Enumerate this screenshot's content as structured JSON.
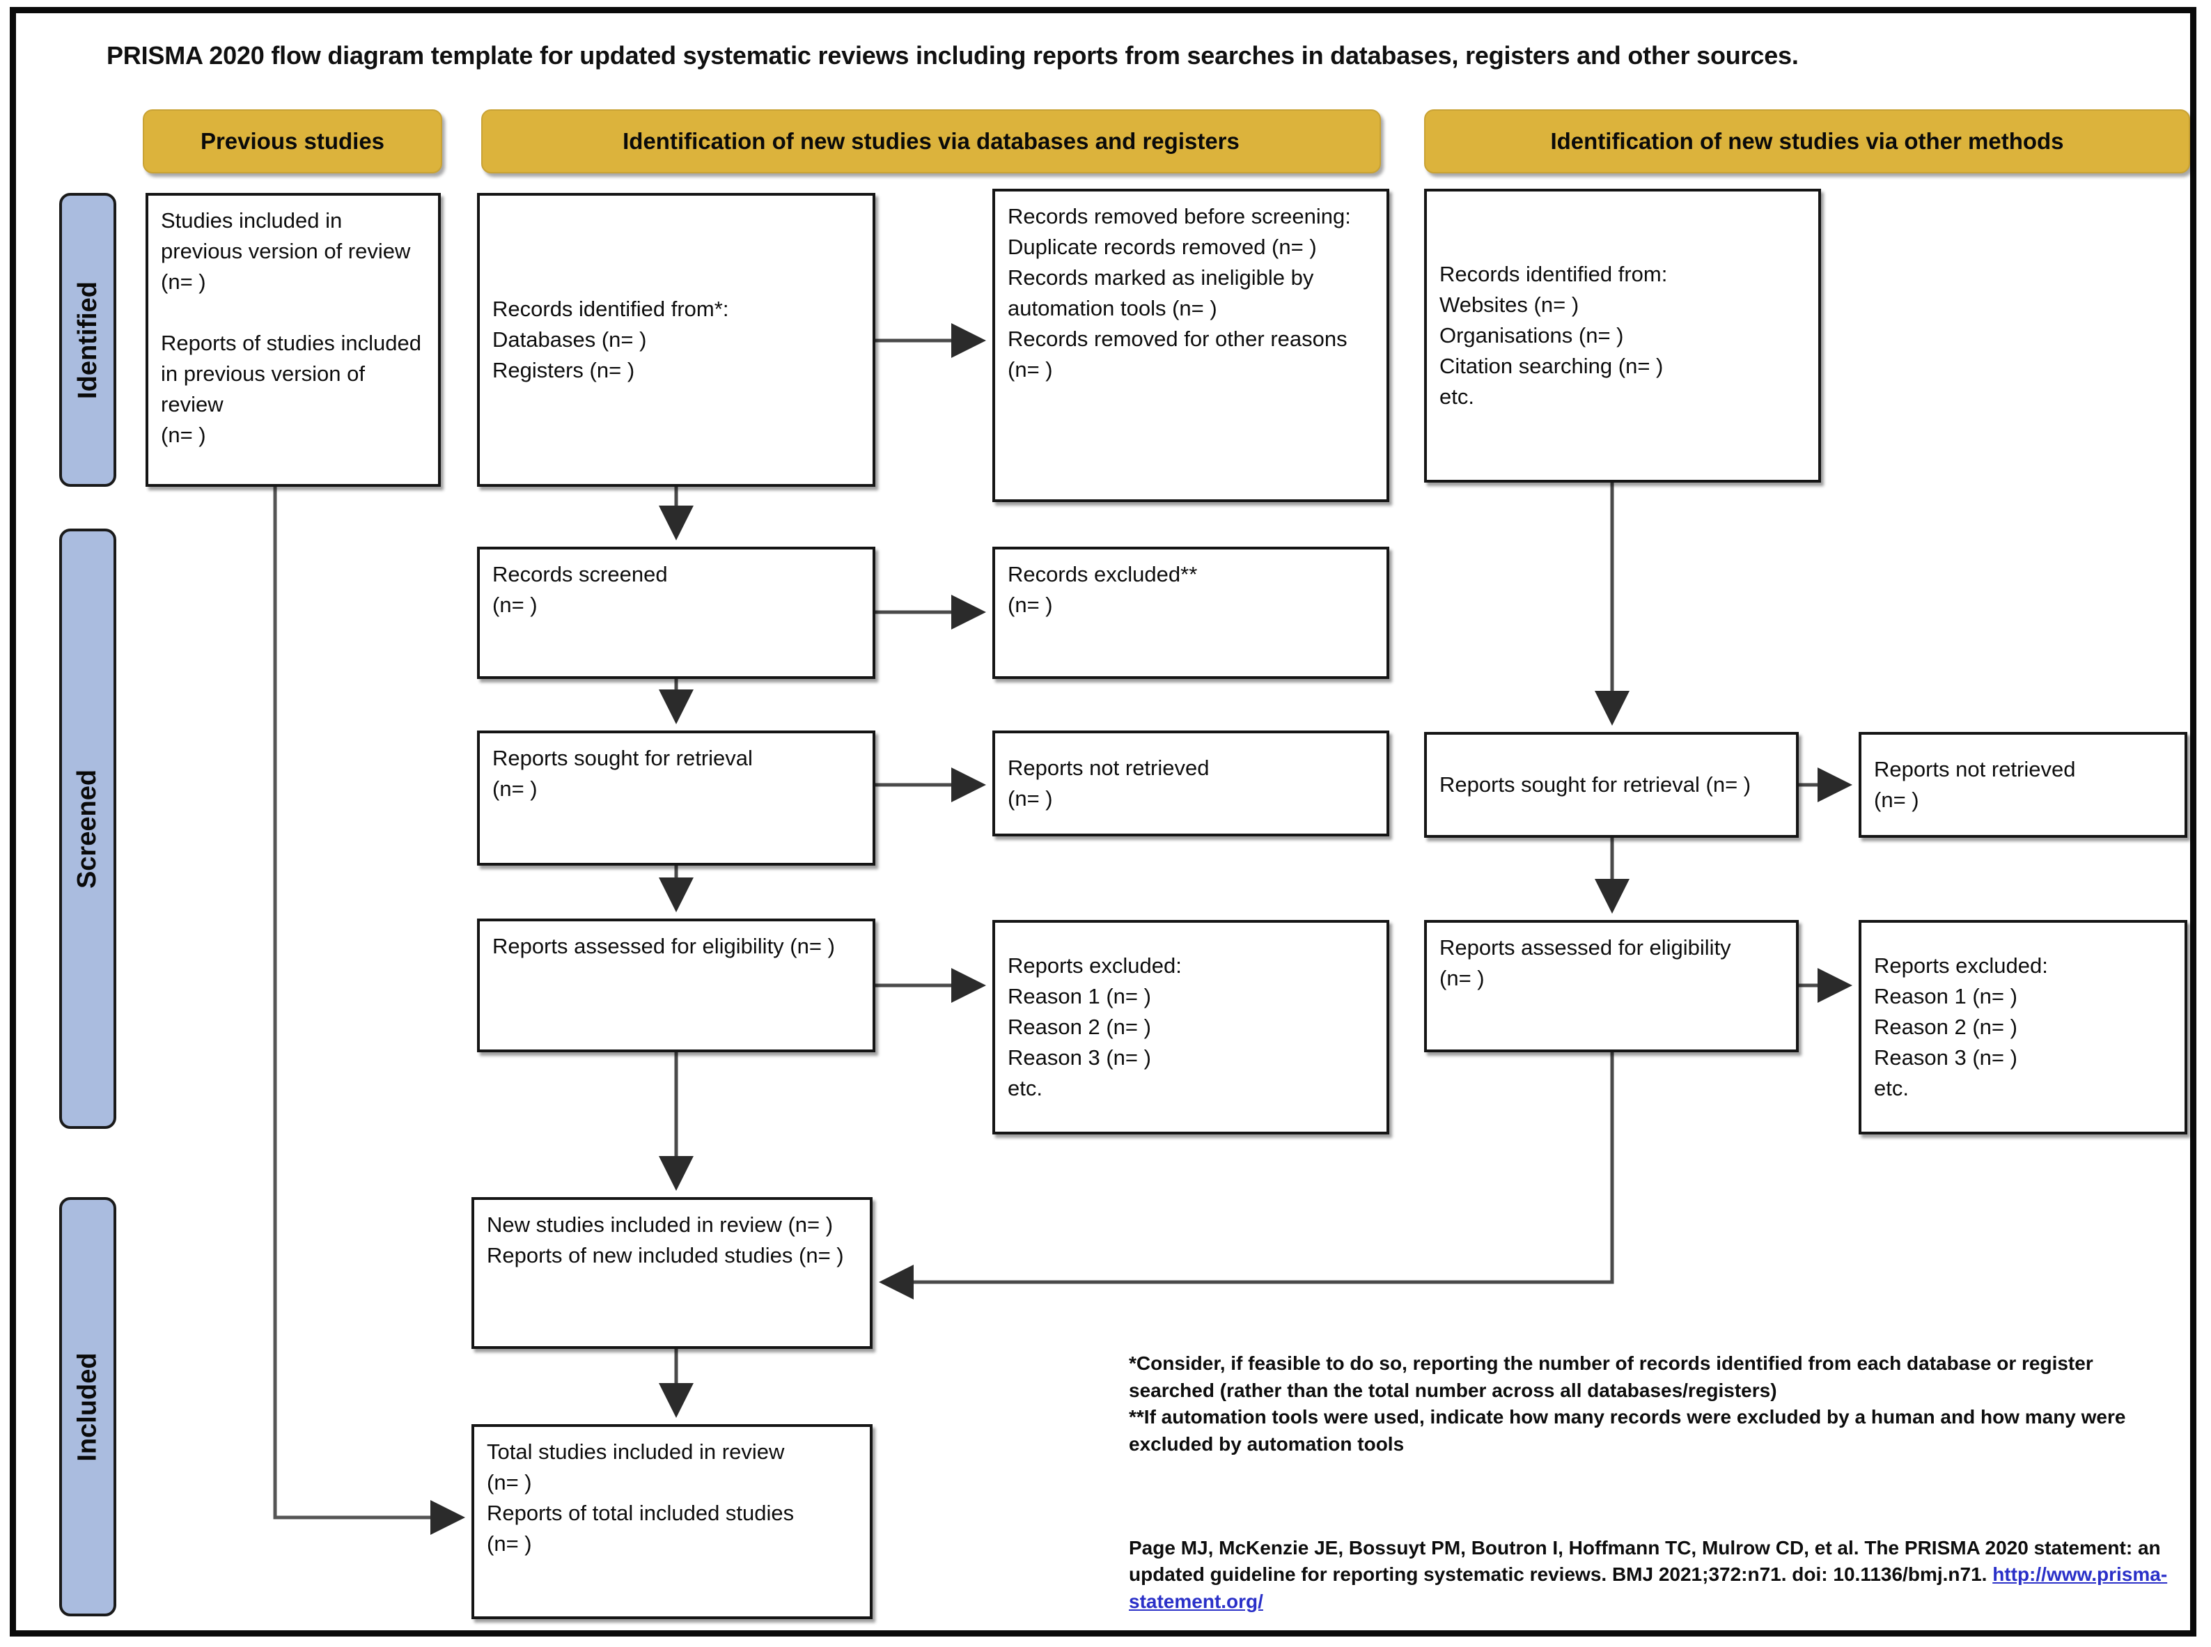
{
  "title": "PRISMA 2020 flow diagram template for updated systematic reviews including reports from searches in databases, registers and other sources.",
  "banners": {
    "previous": "Previous studies",
    "databases": "Identification of new studies via databases and registers",
    "other": "Identification of new studies via other methods"
  },
  "stages": {
    "identified": "Identified",
    "screened": "Screened",
    "included": "Included"
  },
  "boxes": {
    "previous_studies": "Studies included in previous version of review (n= )\n\nReports of studies included in previous version of review\n(n= )",
    "records_identified_db": "Records identified from*:\nDatabases (n= )\nRegisters (n= )",
    "records_removed": "Records removed before screening:\nDuplicate records removed (n= )\nRecords marked as ineligible by automation tools (n= )\nRecords removed for other reasons (n= )",
    "records_screened": "Records screened\n(n= )",
    "records_excluded": "Records excluded**\n(n= )",
    "reports_sought": "Reports sought for retrieval\n(n= )",
    "reports_not_retrieved": "Reports not retrieved\n(n= )",
    "reports_assessed": "Reports assessed for eligibility (n= )",
    "reports_excluded": "Reports excluded:\nReason 1 (n= )\nReason 2 (n= )\nReason 3 (n= )\netc.",
    "records_identified_other": "Records identified from:\nWebsites (n= )\nOrganisations (n= )\nCitation searching (n= )\netc.",
    "reports_sought_other": "Reports sought for retrieval (n= )",
    "reports_not_retrieved_other": "Reports not retrieved\n(n= )",
    "reports_assessed_other": "Reports assessed for eligibility\n(n= )",
    "reports_excluded_other": "Reports excluded:\nReason 1 (n= )\nReason 2 (n= )\nReason 3 (n= )\netc.",
    "new_studies_included": "New studies included in review (n= )\nReports of new included studies (n= )",
    "total_studies_included": "Total studies included in review\n(n= )\nReports of total included studies\n(n= )"
  },
  "footnotes": "*Consider, if feasible to do so, reporting the number of records identified from each database or register searched (rather than the total number across all databases/registers)\n**If automation tools were used, indicate how many records were excluded by a human and how many were excluded by automation tools",
  "citation": {
    "text": "Page MJ, McKenzie JE, Bossuyt PM, Boutron I, Hoffmann TC, Mulrow CD, et al. The PRISMA 2020 statement: an updated guideline for reporting systematic reviews. BMJ 2021;372:n71. doi: 10.1136/bmj.n71. ",
    "link": "http://www.prisma-statement.org/"
  },
  "colors": {
    "banner": "#dcb33c",
    "stage": "#aabcdf",
    "box_border": "#151515",
    "link": "#2a30c8"
  }
}
